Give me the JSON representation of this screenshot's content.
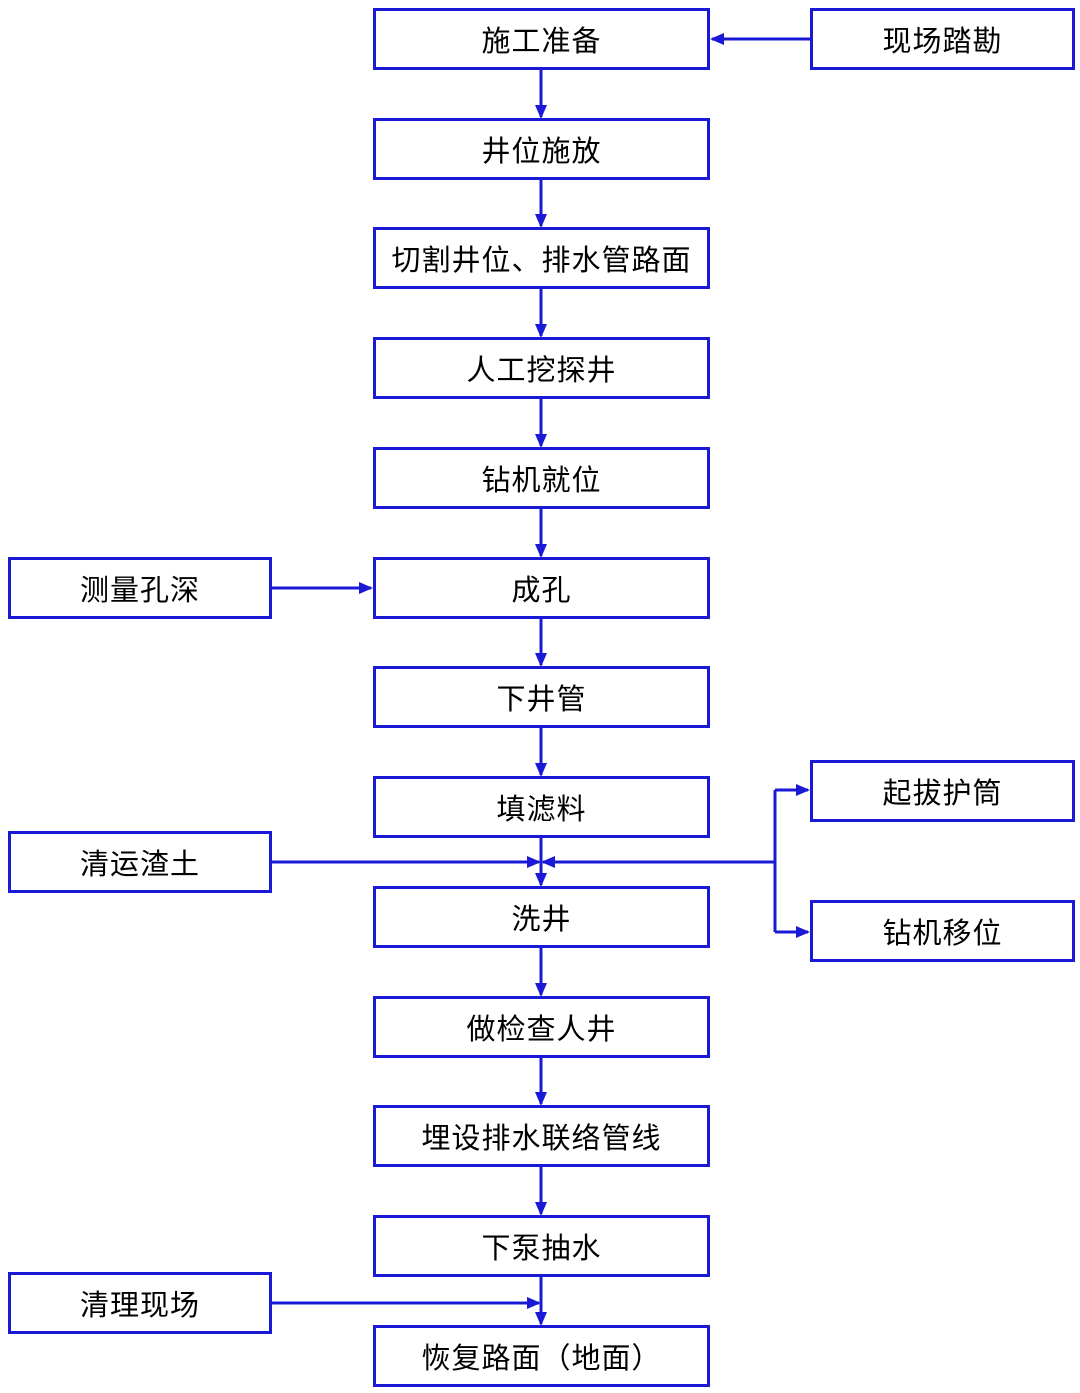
{
  "colors": {
    "line": "#1a1ad6",
    "text": "#000000",
    "background": "#ffffff"
  },
  "main_flow": [
    "施工准备",
    "井位施放",
    "切割井位、排水管路面",
    "人工挖探井",
    "钻机就位",
    "成孔",
    "下井管",
    "填滤料",
    "洗井",
    "做检查人井",
    "埋设排水联络管线",
    "下泵抽水",
    "恢复路面（地面）"
  ],
  "side_nodes": {
    "survey": "现场踏勘",
    "measure_depth": "测量孔深",
    "clear_soil": "清运渣土",
    "pull_casing": "起拔护筒",
    "move_rig": "钻机移位",
    "clean_site": "清理现场"
  }
}
